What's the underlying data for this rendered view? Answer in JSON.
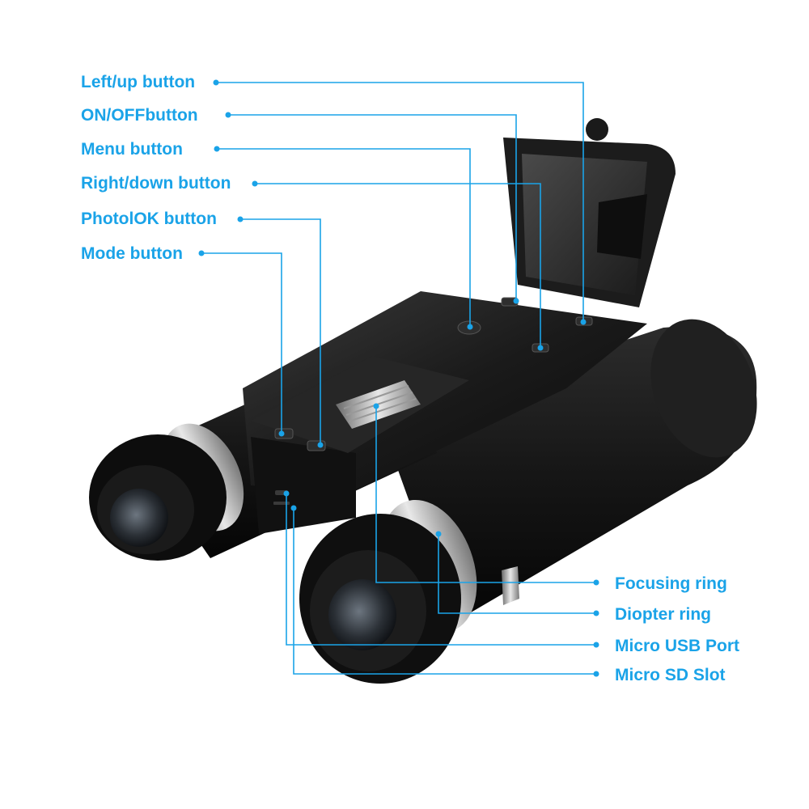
{
  "accent_color": "#1aa3e8",
  "body_color": "#141414",
  "labels_left": [
    "Left/up button",
    "ON/OFFbutton",
    "Menu button",
    "Right/down button",
    "PhotolOK button",
    "Mode button"
  ],
  "labels_right": [
    "Focusing ring",
    "Diopter ring",
    "Micro USB Port",
    "Micro SD Slot"
  ]
}
